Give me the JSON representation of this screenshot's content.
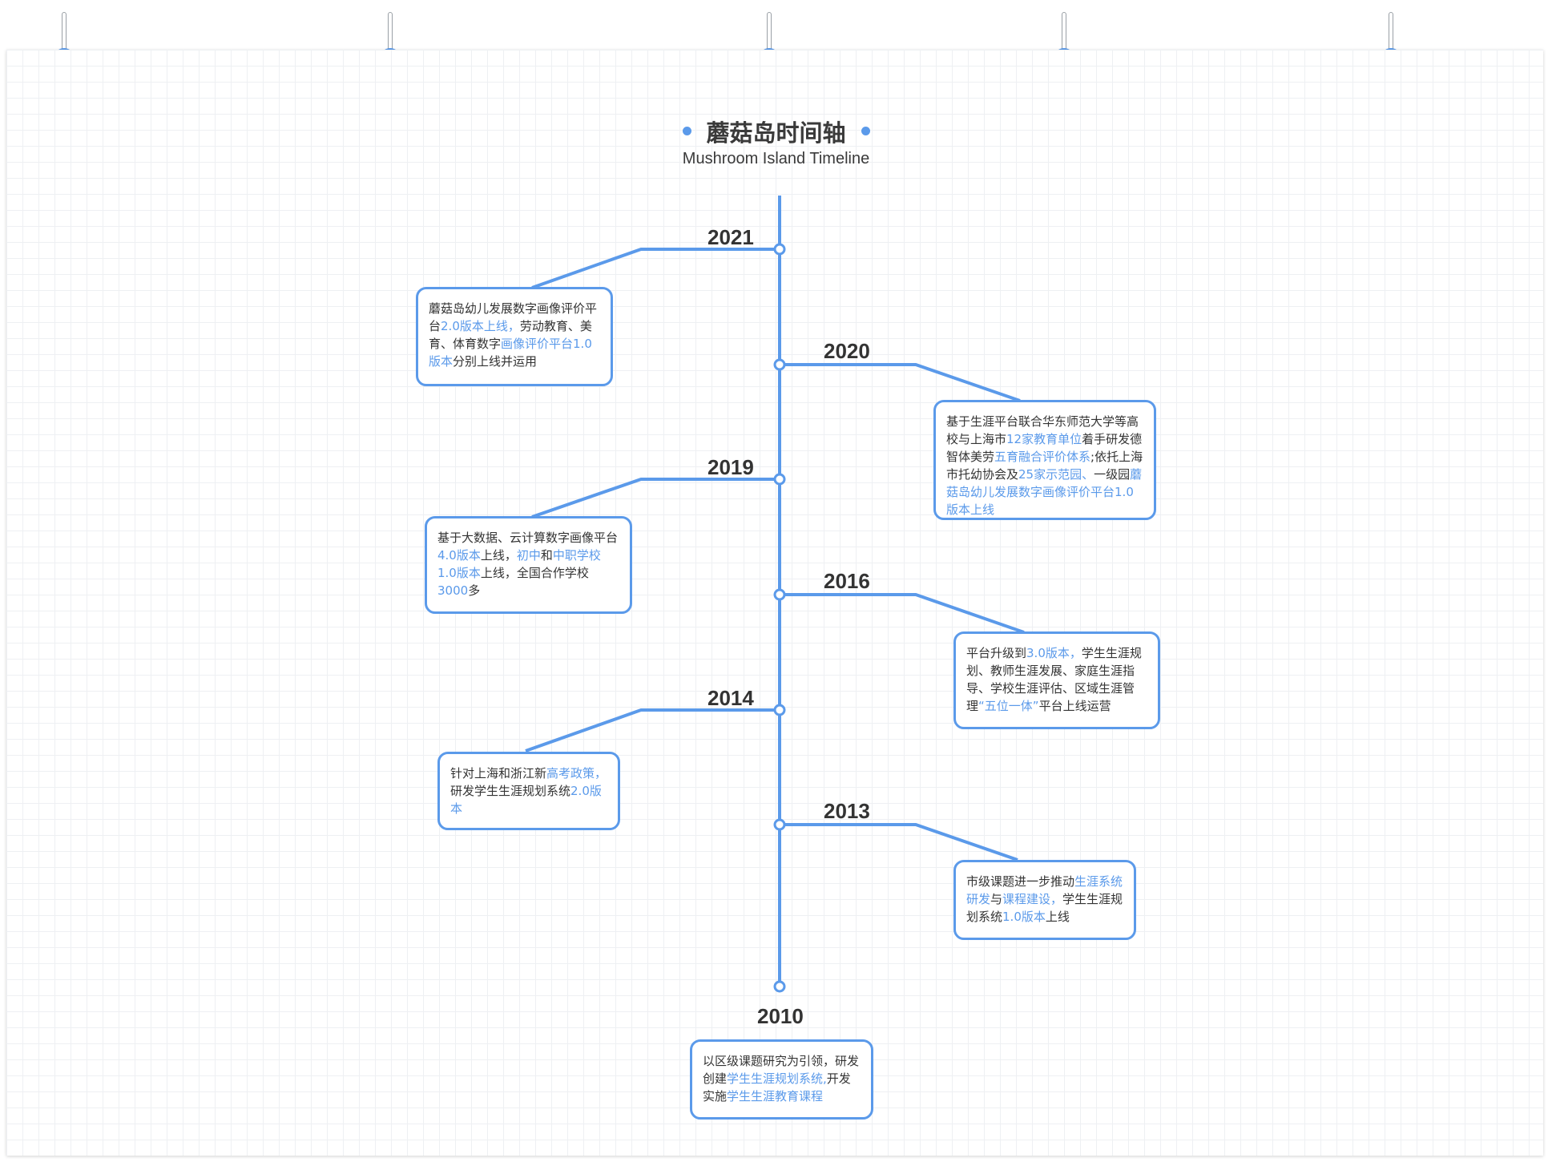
{
  "diagram": {
    "title": "蘑菇岛时间轴",
    "subtitle": "Mushroom Island Timeline",
    "accent_color": "#5b9aea",
    "text_color": "#333333"
  },
  "events": [
    {
      "year": "2021",
      "text": [
        {
          "t": "蘑菇岛幼儿发展数字画像评价平台"
        },
        {
          "t": "2.0版本上线，",
          "hl": true
        },
        {
          "t": "劳动教育、美育、体育数字"
        },
        {
          "t": "画像评价平台1.0版本",
          "hl": true
        },
        {
          "t": "分别上线并运用"
        }
      ]
    },
    {
      "year": "2020",
      "text": [
        {
          "t": "基于生涯平台联合华东师范大学等高校与上海市"
        },
        {
          "t": "12家教育单位",
          "hl": true
        },
        {
          "t": "着手研发德智体美劳"
        },
        {
          "t": "五育融合评价体系",
          "hl": true
        },
        {
          "t": ";依托上海市托幼协会及"
        },
        {
          "t": "25家示范园、",
          "hl": true
        },
        {
          "t": "一级园"
        },
        {
          "t": "蘑菇岛幼儿发展数字画像评价平台1.0版本上线",
          "hl": true
        }
      ]
    },
    {
      "year": "2019",
      "text": [
        {
          "t": "基于大数据、云计算数字画像平台"
        },
        {
          "t": "4.0版本",
          "hl": true
        },
        {
          "t": "上线，"
        },
        {
          "t": "初中",
          "hl": true
        },
        {
          "t": "和"
        },
        {
          "t": "中职学校1.0版本",
          "hl": true
        },
        {
          "t": "上线，全国合作学校"
        },
        {
          "t": "3000",
          "hl": true
        },
        {
          "t": "多"
        }
      ]
    },
    {
      "year": "2016",
      "text": [
        {
          "t": "平台升级到"
        },
        {
          "t": "3.0版本，",
          "hl": true
        },
        {
          "t": "学生生涯规划、教师生涯发展、家庭生涯指导、学校生涯评估、区域生涯管理"
        },
        {
          "t": "“五位一体”",
          "hl": true
        },
        {
          "t": "平台上线运营"
        }
      ]
    },
    {
      "year": "2014",
      "text": [
        {
          "t": "针对上海和浙江新"
        },
        {
          "t": "高考政策，",
          "hl": true
        },
        {
          "t": "研发学生生涯规划系统"
        },
        {
          "t": "2.0版本",
          "hl": true
        }
      ]
    },
    {
      "year": "2013",
      "text": [
        {
          "t": "市级课题进一步推动"
        },
        {
          "t": "生涯系统研发",
          "hl": true
        },
        {
          "t": "与"
        },
        {
          "t": "课程建设，",
          "hl": true
        },
        {
          "t": "学生生涯规划系统"
        },
        {
          "t": "1.0版本",
          "hl": true
        },
        {
          "t": "上线"
        }
      ]
    },
    {
      "year": "2010",
      "text": [
        {
          "t": "以区级课题研究为引领，研发创建"
        },
        {
          "t": "学生生涯规划系统,",
          "hl": true
        },
        {
          "t": "开发实施"
        },
        {
          "t": "学生生涯教育课程",
          "hl": true
        }
      ]
    }
  ]
}
